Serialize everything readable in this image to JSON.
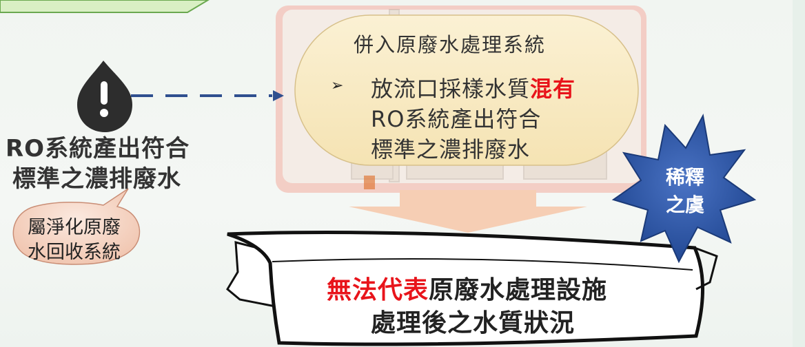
{
  "left": {
    "caption_line1": "RO系統產出符合",
    "caption_line2": "標準之濃排廢水",
    "bubble_line1": "屬淨化原廢",
    "bubble_line2": "水回收系統",
    "icon": "water-drop-exclamation-icon"
  },
  "top_box": {
    "title": "併入原廢水處理系統",
    "bullet_symbol": "➢",
    "line1_normal": "放流口採樣水質",
    "line1_highlight": "混有",
    "line2": "RO系統產出符合",
    "line3": "標準之濃排廢水"
  },
  "burst": {
    "line1": "稀釋",
    "line2": "之虞"
  },
  "banner": {
    "line1_highlight": "無法代表",
    "line1_normal": "原廢水處理設施",
    "line2": "處理後之水質狀況"
  },
  "colors": {
    "highlight": "#e8141b",
    "burst": "#2a50a3",
    "arrow_dash": "#2f4f8f",
    "oval_fill": "#f8ebc2",
    "card_shadow": "#f3c9c0",
    "down_arrow": "#f6ceb4",
    "corner_tab": "#d9efc4",
    "text": "#333333"
  }
}
